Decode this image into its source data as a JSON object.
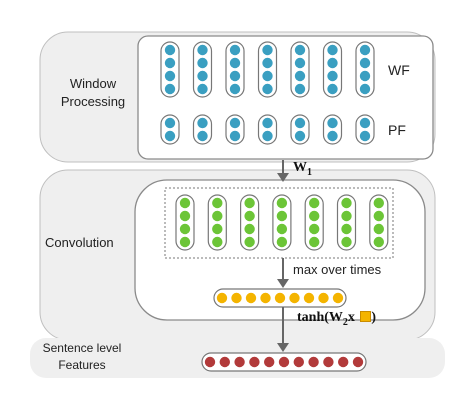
{
  "panels": {
    "window": {
      "label_line1": "Window",
      "label_line2": "Processing",
      "wf_label": "WF",
      "pf_label": "PF"
    },
    "convolution": {
      "label": "Convolution",
      "pool_label": "max over times"
    },
    "sentence": {
      "label_line1": "Sentence level",
      "label_line2": "Features"
    }
  },
  "arrows": {
    "w1": {
      "main": "W",
      "sub": "1"
    },
    "tanh": {
      "prefix": "tanh(W",
      "sub": "2",
      "suffix": "x",
      "close": ")"
    }
  },
  "colors": {
    "teal": "#3a9fc1",
    "green": "#6cc537",
    "orange": "#f4b400",
    "red": "#b23a3a",
    "panel_bg": "#efefef"
  },
  "counts": {
    "wf_columns": 7,
    "wf_dots_per_column": 4,
    "pf_columns": 7,
    "pf_dots_per_column": 2,
    "conv_columns": 7,
    "conv_dots_per_column": 4,
    "pool_dots": 9,
    "sentence_dots": 11
  }
}
